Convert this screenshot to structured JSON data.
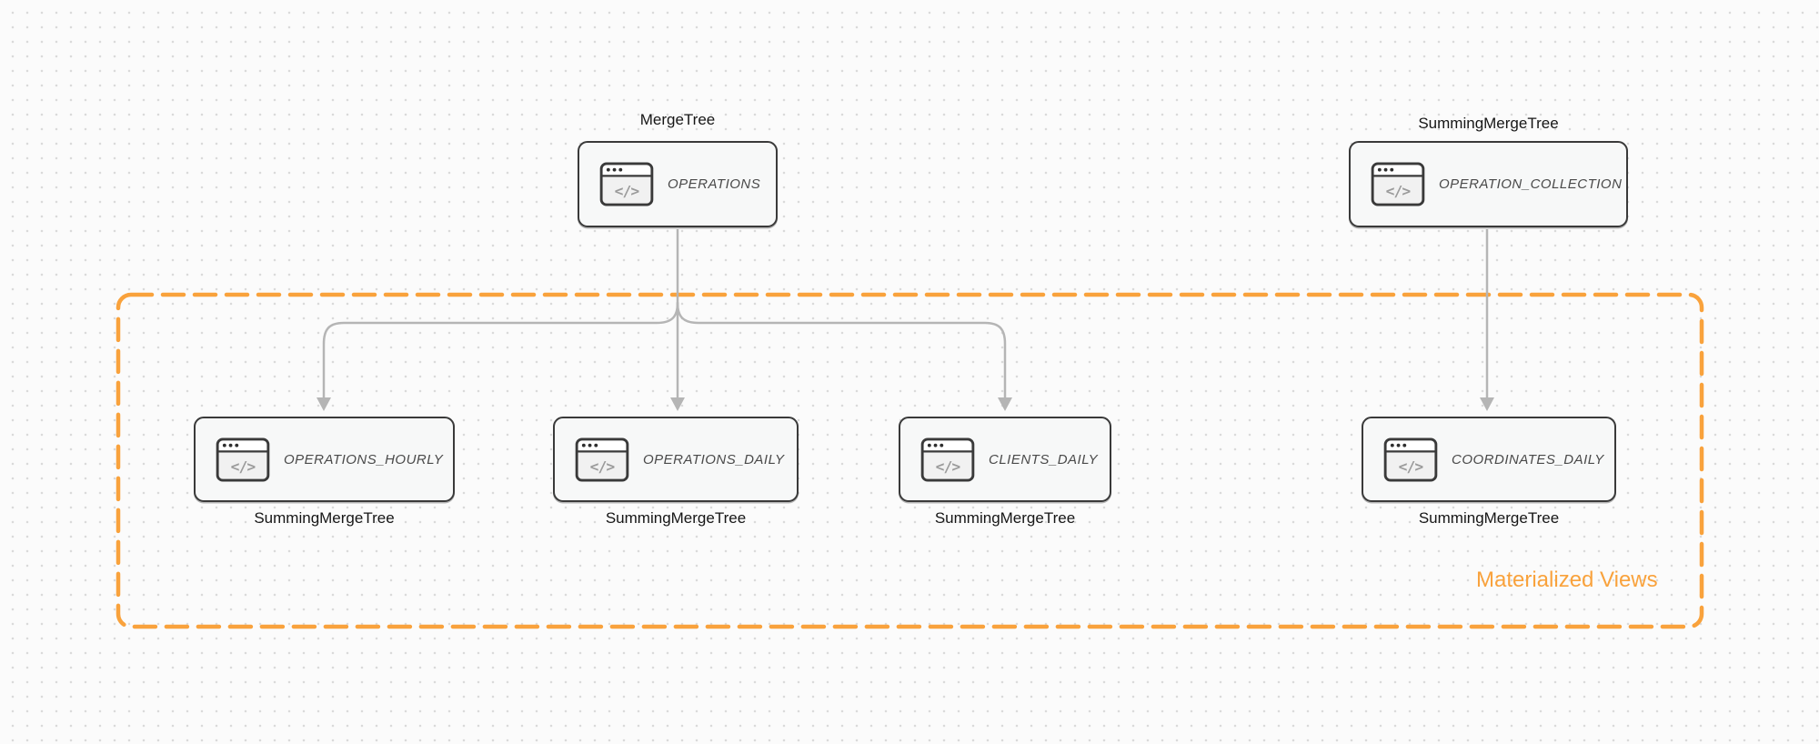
{
  "diagram": {
    "region": {
      "label": "Materialized Views"
    },
    "nodes": {
      "operations": {
        "title": "OPERATIONS",
        "engine": "MergeTree"
      },
      "operation_collection": {
        "title": "OPERATION_COLLECTION",
        "engine": "SummingMergeTree"
      },
      "operations_hourly": {
        "title": "OPERATIONS_HOURLY",
        "engine": "SummingMergeTree"
      },
      "operations_daily": {
        "title": "OPERATIONS_DAILY",
        "engine": "SummingMergeTree"
      },
      "clients_daily": {
        "title": "CLIENTS_DAILY",
        "engine": "SummingMergeTree"
      },
      "coordinates_daily": {
        "title": "COORDINATES_DAILY",
        "engine": "SummingMergeTree"
      }
    },
    "icon": {
      "name": "code-window-icon",
      "glyph": "</>"
    },
    "colors": {
      "accent_orange": "#F9A23C",
      "node_border": "#3A3A3A",
      "node_fill": "#F7F8F8",
      "arrow_gray": "#B5B5B5",
      "node_text": "#4A4A4A",
      "label_text": "#161616",
      "background": "#FBFBFB",
      "grid_dot": "#DADADA"
    }
  }
}
